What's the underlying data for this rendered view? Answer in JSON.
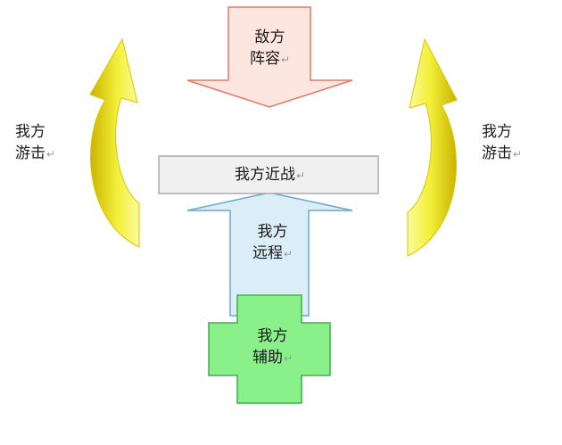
{
  "enemy": {
    "line1": "敌方",
    "line2": "阵容"
  },
  "melee": {
    "text": "我方近战"
  },
  "ranged": {
    "line1": "我方",
    "line2": "远程"
  },
  "support": {
    "line1": "我方",
    "line2": "辅助"
  },
  "flank_left": {
    "line1": "我方",
    "line2": "游击"
  },
  "flank_right": {
    "line1": "我方",
    "line2": "游击"
  },
  "paragraph_mark": "↵",
  "colors": {
    "enemy_fill": "#fde6e0",
    "enemy_stroke": "#e07a66",
    "melee_fill": "#f0f0f0",
    "melee_stroke": "#9a9a9a",
    "ranged_fill": "#dbeef8",
    "ranged_stroke": "#6aa8d0",
    "support_fill": "#8af08a",
    "support_stroke": "#3cb04a",
    "flank_light": "#fbfb8a",
    "flank_dark": "#c8b400"
  }
}
